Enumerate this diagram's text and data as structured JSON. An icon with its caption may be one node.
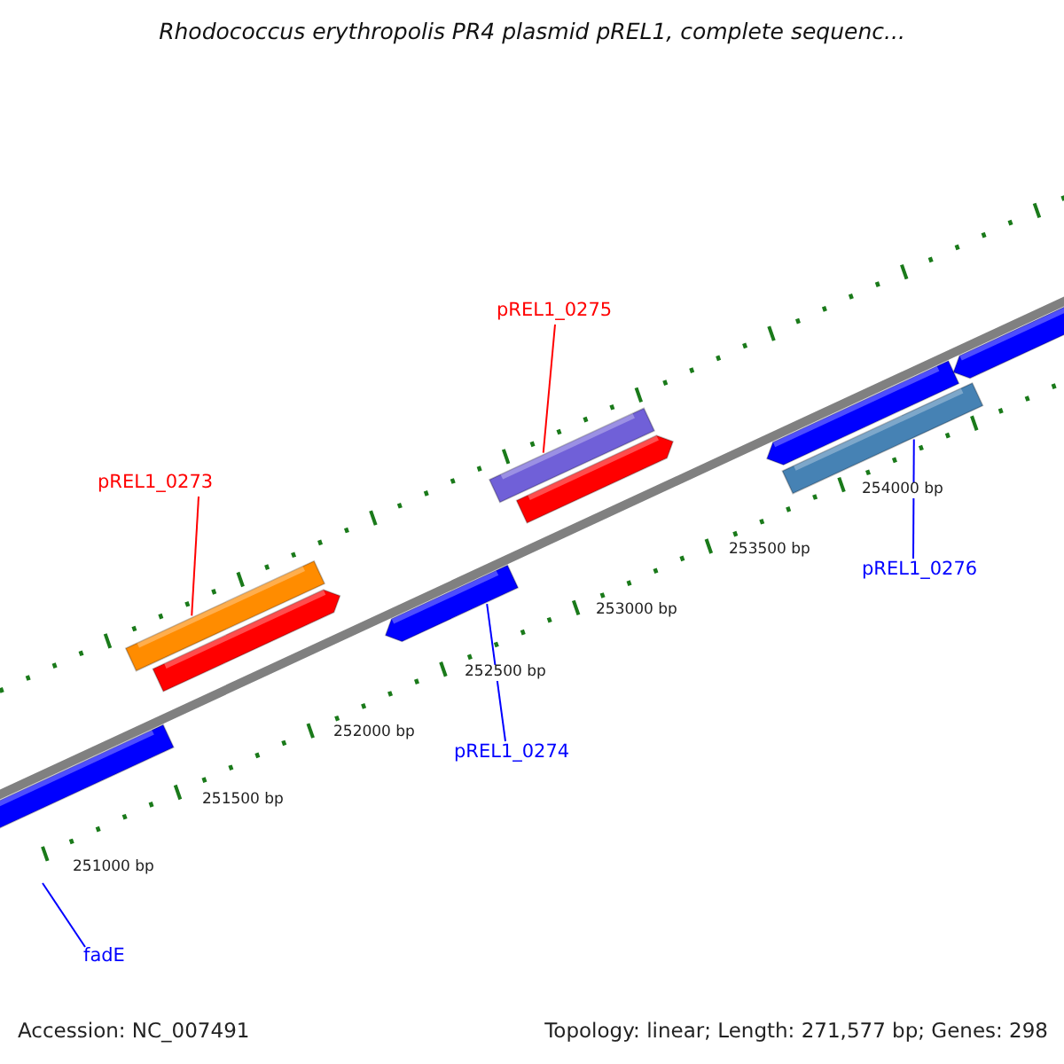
{
  "diagram": {
    "title": "Rhodococcus erythropolis PR4 plasmid pREL1, complete sequenc...",
    "nodes": [
      {
        "text": [],
        "shape": "bar"
      },
      {
        "text": [],
        "shape": "bar"
      },
      {
        "text": [],
        "shape": "bar"
      },
      {
        "text": [],
        "shape": "bar"
      },
      {
        "text": [],
        "shape": "bar"
      },
      {
        "text": [],
        "shape": "bar"
      },
      {
        "text": [],
        "shape": "bar"
      },
      {
        "text": [],
        "shape": "bar"
      },
      {
        "text": [],
        "shape": "bar"
      },
      {
        "text": [
          "pREL1_0275"
        ]
      },
      {
        "text": [
          "pREL1_0273"
        ]
      },
      {
        "text": [
          "pREL1_0276"
        ]
      },
      {
        "text": [
          "pREL1_0274"
        ]
      },
      {
        "text": [
          "fadE"
        ]
      }
    ],
    "edges": [
      {
        "from": 9,
        "to": 4,
        "arrow": "none",
        "color": "#ff0000"
      },
      {
        "from": 10,
        "to": 1,
        "arrow": "none",
        "color": "#ff0000"
      },
      {
        "from": 11,
        "to": 7,
        "arrow": "none"
      },
      {
        "from": 12,
        "to": 3,
        "arrow": "none"
      },
      {
        "from": 13,
        "to": null,
        "arrow": "none"
      }
    ],
    "labels": [
      "254000 bp",
      "253500 bp",
      "253000 bp",
      "252500 bp",
      "252000 bp",
      "251500 bp",
      "251000 bp",
      "Accession: NC_007491",
      "Topology: linear; Length: 271,577 bp; Genes: 298"
    ]
  }
}
